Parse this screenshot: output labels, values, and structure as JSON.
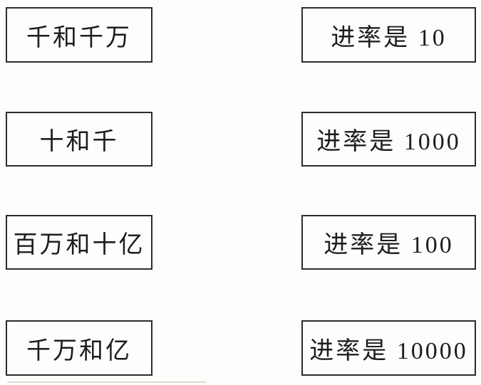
{
  "page": {
    "background_color": "#fdfdfb",
    "border_color": "#2c2c2c",
    "text_color": "#1d1d1d"
  },
  "exercise": {
    "kind": "matching",
    "left_items": [
      {
        "label": "千和千万"
      },
      {
        "label": "十和千"
      },
      {
        "label": "百万和十亿"
      },
      {
        "label": "千万和亿"
      }
    ],
    "right_items": [
      {
        "label": "进率是 10"
      },
      {
        "label": "进率是 1000"
      },
      {
        "label": "进率是 100"
      },
      {
        "label": "进率是 10000"
      }
    ]
  }
}
